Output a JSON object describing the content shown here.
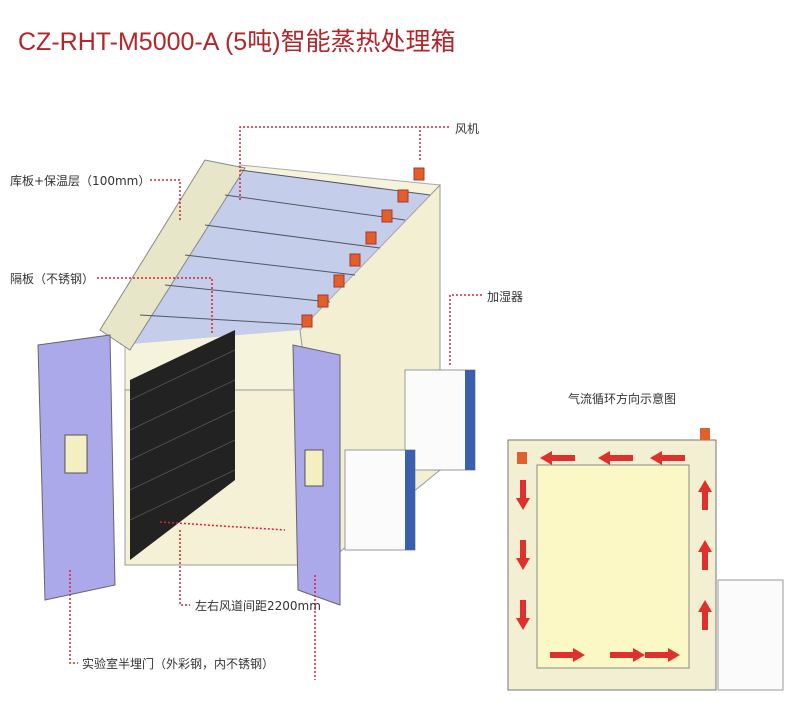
{
  "title": "CZ-RHT-M5000-A (5吨)智能蒸热处理箱",
  "labels": {
    "fan": "风机",
    "panel": "库板+保温层（100mm）",
    "partition": "隔板（不锈钢）",
    "humidifier": "加湿器",
    "airflow_title": "气流循环方向示意图",
    "duct_distance": "左右风道间距2200mm",
    "door": "实验室半埋门（外彩钢，内不锈钢）"
  },
  "colors": {
    "accent": "#b3262a",
    "door": "#a9a8e8",
    "wall": "#f3efd2",
    "arrow": "#e0302c"
  }
}
